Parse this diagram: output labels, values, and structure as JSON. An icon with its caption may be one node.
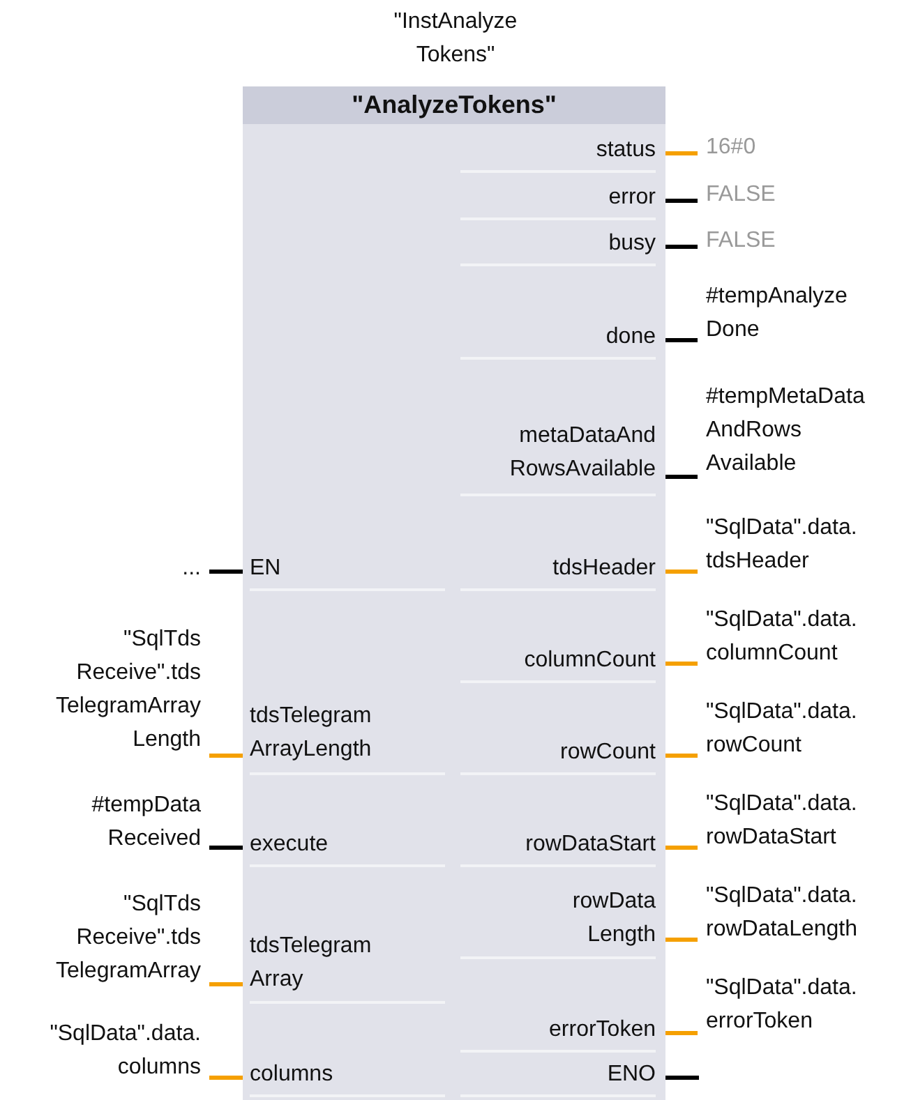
{
  "diagram": {
    "nodes": [
      {
        "text": [
          "\"InstAnalyze Tokens\"",
          "\"AnalyzeTokens\""
        ]
      },
      {
        "text": [
          "status"
        ],
        "in": 0
      },
      {
        "text": [
          "16#0"
        ]
      },
      {
        "text": [
          "error"
        ],
        "in": 0
      },
      {
        "text": [
          "FALSE"
        ]
      },
      {
        "text": [
          "busy"
        ],
        "in": 0
      },
      {
        "text": [
          "FALSE"
        ]
      },
      {
        "text": [
          "done"
        ],
        "in": 0
      },
      {
        "text": [
          "#tempAnalyze Done"
        ]
      },
      {
        "text": [
          "metaDataAnd RowsAvailable"
        ],
        "in": 0
      },
      {
        "text": [
          "#tempMetaData AndRows Available"
        ]
      },
      {
        "text": [
          "..."
        ]
      },
      {
        "text": [
          "EN"
        ],
        "in": 0
      },
      {
        "text": [
          "tdsHeader"
        ],
        "in": 0
      },
      {
        "text": [
          "\"SqlData\".data. tdsHeader"
        ]
      },
      {
        "text": [
          "columnCount"
        ],
        "in": 0
      },
      {
        "text": [
          "\"SqlData\".data. columnCount"
        ]
      },
      {
        "text": [
          "\"SqlTds Receive\".tds TelegramArray Length"
        ]
      },
      {
        "text": [
          "tdsTelegram ArrayLength"
        ],
        "in": 0
      },
      {
        "text": [
          "rowCount"
        ],
        "in": 0
      },
      {
        "text": [
          "\"SqlData\".data. rowCount"
        ]
      },
      {
        "text": [
          "#tempData Received"
        ]
      },
      {
        "text": [
          "execute"
        ],
        "in": 0
      },
      {
        "text": [
          "rowDataStart"
        ],
        "in": 0
      },
      {
        "text": [
          "\"SqlData\".data. rowDataStart"
        ]
      },
      {
        "text": [
          "rowData Length"
        ],
        "in": 0
      },
      {
        "text": [
          "\"SqlData\".data. rowDataLength"
        ]
      },
      {
        "text": [
          "\"SqlTds Receive\".tds TelegramArray"
        ]
      },
      {
        "text": [
          "tdsTelegram Array"
        ],
        "in": 0
      },
      {
        "text": [
          "errorToken"
        ],
        "in": 0
      },
      {
        "text": [
          "\"SqlData\".data. errorToken"
        ]
      },
      {
        "text": [
          "\"SqlData\".data. columns"
        ]
      },
      {
        "text": [
          "columns"
        ],
        "in": 0
      },
      {
        "text": [
          "ENO"
        ],
        "in": 0
      }
    ],
    "edges": [
      {
        "from": 1,
        "to": 2,
        "arrow": "none"
      },
      {
        "from": 3,
        "to": 4,
        "arrow": "none",
        "color": "#000000"
      },
      {
        "from": 5,
        "to": 6,
        "arrow": "none",
        "color": "#000000"
      },
      {
        "from": 7,
        "to": 8,
        "arrow": "none",
        "color": "#000000"
      },
      {
        "from": 9,
        "to": 10,
        "arrow": "none",
        "color": "#000000"
      },
      {
        "from": 11,
        "to": 12,
        "arrow": "none",
        "color": "#000000"
      },
      {
        "from": 13,
        "to": 14,
        "arrow": "none"
      },
      {
        "from": 15,
        "to": 16,
        "arrow": "none"
      },
      {
        "from": 17,
        "to": 18,
        "arrow": "none"
      },
      {
        "from": 19,
        "to": 20,
        "arrow": "none"
      },
      {
        "from": 21,
        "to": 22,
        "arrow": "none",
        "color": "#000000"
      },
      {
        "from": 23,
        "to": 24,
        "arrow": "none"
      },
      {
        "from": 25,
        "to": 26,
        "arrow": "none"
      },
      {
        "from": 27,
        "to": 28,
        "arrow": "none"
      },
      {
        "from": 29,
        "to": 30,
        "arrow": "none"
      },
      {
        "from": 31,
        "to": 32,
        "arrow": "none"
      },
      {
        "from": 33,
        "to": null,
        "arrow": "none",
        "color": "#000000"
      }
    ]
  }
}
